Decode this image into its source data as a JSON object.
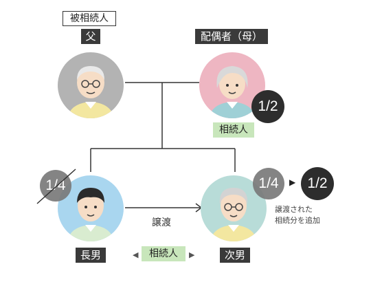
{
  "father": {
    "role_label": "被相続人",
    "name_label": "父"
  },
  "mother": {
    "name_label": "配偶者（母）",
    "share": "1/2",
    "status_label": "相続人"
  },
  "eldest_son": {
    "name_label": "長男",
    "original_share": "1/4"
  },
  "second_son": {
    "name_label": "次男",
    "original_share": "1/4",
    "new_share": "1/2",
    "note_line1": "譲渡された",
    "note_line2": "相続分を追加"
  },
  "transfer_label": "譲渡",
  "bottom_status_label": "相続人",
  "arrow_glyph": "▶",
  "tri_left": "◀",
  "tri_right": "▶",
  "colors": {
    "father_bg": "#b3b3b3",
    "mother_bg": "#eeb6c2",
    "eldest_bg": "#a9d6ef",
    "second_bg": "#b8dcd8",
    "badge_dark": "#2d2d2d",
    "badge_grey": "#7a7a7a",
    "label_green": "#c8e6bb"
  }
}
